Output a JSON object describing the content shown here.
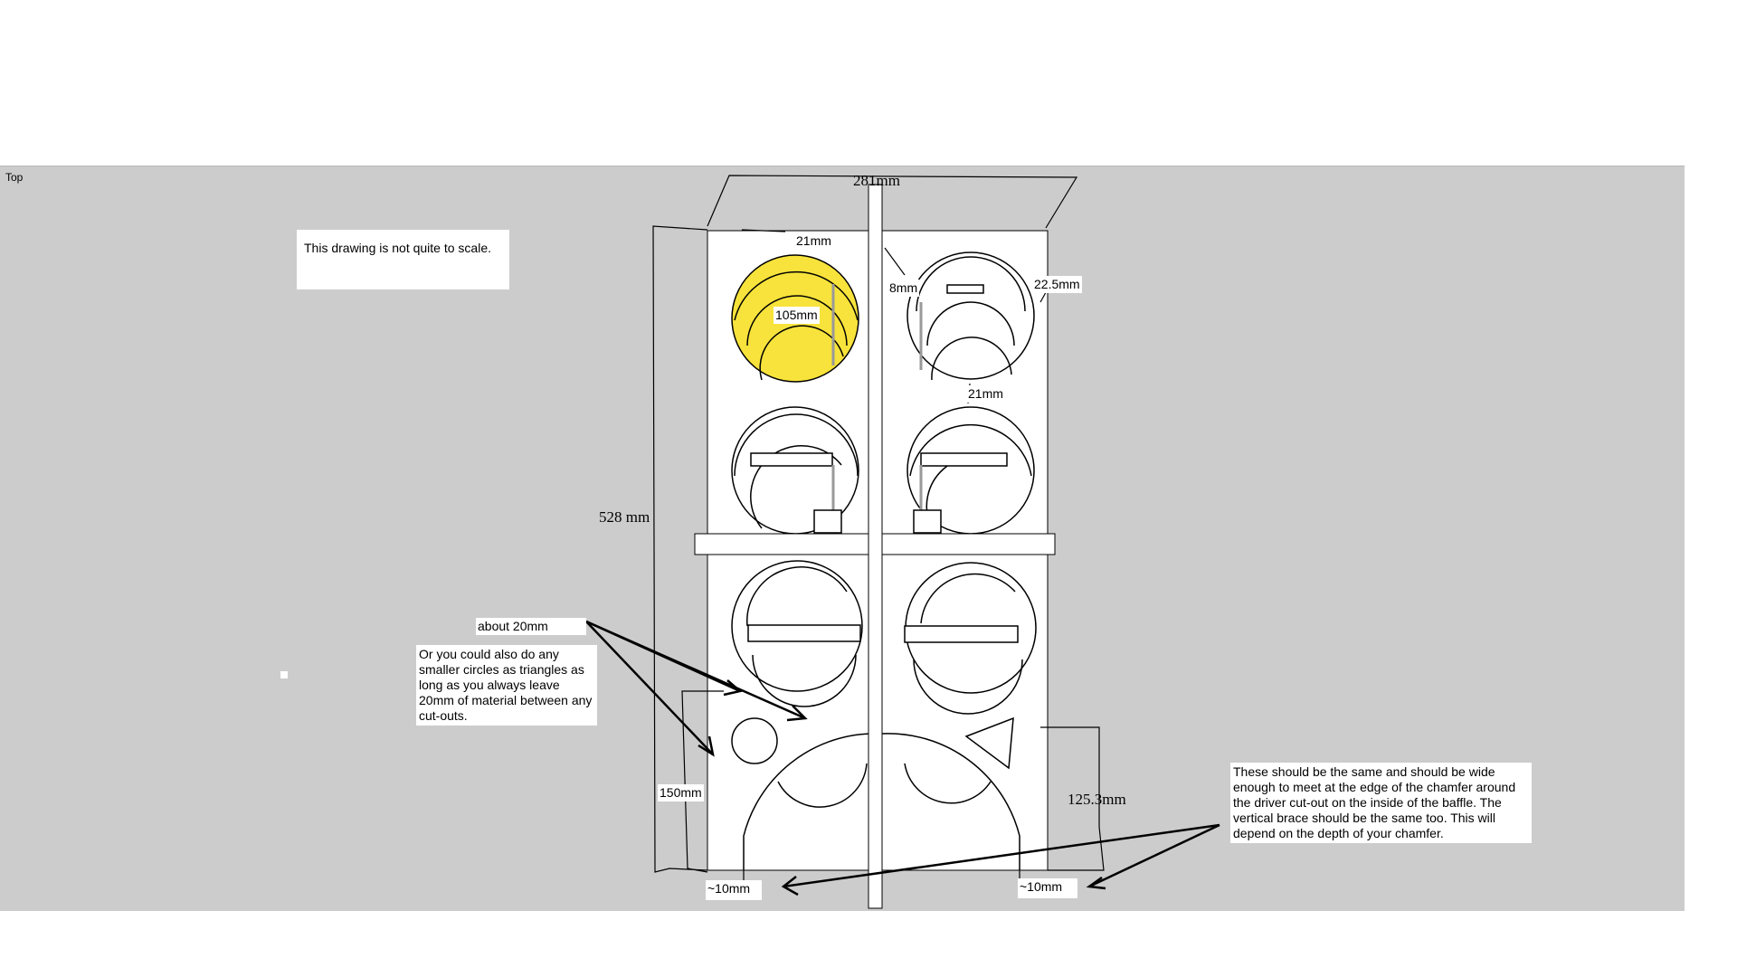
{
  "view": {
    "label": "Top"
  },
  "notes": {
    "scale": "This drawing is not quite to scale.",
    "cutouts": "Or you could also do any smaller circles as triangles as long as you always leave 20mm of material between any cut-outs.",
    "braces": "These should be the same and should be wide enough to meet at the edge of the chamfer around the driver cut-out on the inside of the baffle. The vertical brace should be the same too. This will depend on the depth of your chamfer."
  },
  "dimensions": {
    "width": "281mm",
    "height": "528 mm",
    "top_gap": "21mm",
    "driver_diameter": "105mm",
    "brace_gap": "8mm",
    "chamfer": "22.5mm",
    "between_gap": "21mm",
    "about": "about 20mm",
    "bottom_height": "150mm",
    "arch_height": "125.3mm",
    "foot_left": "~10mm",
    "foot_right": "~10mm"
  },
  "colors": {
    "background": "#cccccc",
    "panel": "#ffffff",
    "highlight": "#f7e33b",
    "line": "#000000"
  }
}
